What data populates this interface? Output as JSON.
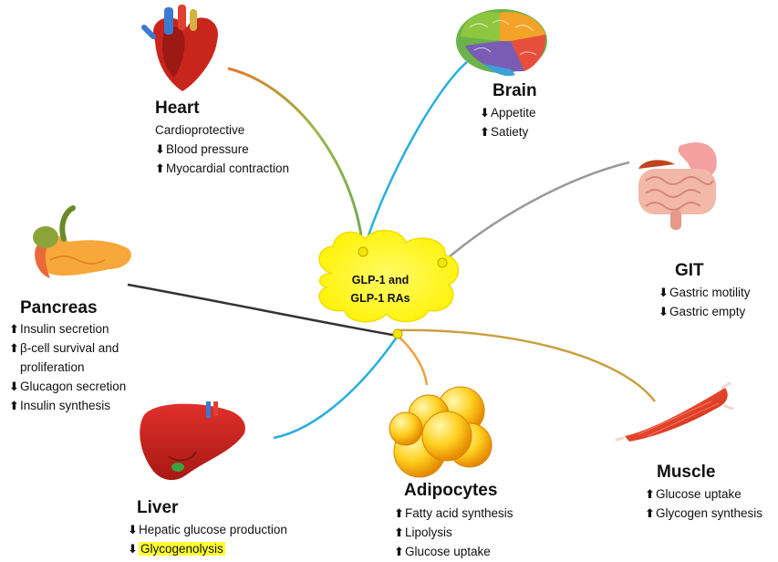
{
  "center": {
    "line1": "GLP-1 and",
    "line2": "GLP-1 RAs"
  },
  "organs": {
    "heart": {
      "title": "Heart",
      "effects": [
        {
          "arrow": "",
          "text": "Cardioprotective"
        },
        {
          "arrow": "down",
          "text": "Blood pressure"
        },
        {
          "arrow": "up",
          "text": "Myocardial contraction"
        }
      ]
    },
    "brain": {
      "title": "Brain",
      "effects": [
        {
          "arrow": "down",
          "text": "Appetite"
        },
        {
          "arrow": "up",
          "text": "Satiety"
        }
      ]
    },
    "git": {
      "title": "GIT",
      "effects": [
        {
          "arrow": "down",
          "text": "Gastric motility"
        },
        {
          "arrow": "down",
          "text": "Gastric empty"
        }
      ]
    },
    "pancreas": {
      "title": "Pancreas",
      "effects": [
        {
          "arrow": "up",
          "text": "Insulin secretion"
        },
        {
          "arrow": "up",
          "text": "β-cell survival and"
        },
        {
          "arrow": "",
          "text": "proliferation"
        },
        {
          "arrow": "down",
          "text": "Glucagon secretion"
        },
        {
          "arrow": "up",
          "text": "Insulin synthesis"
        }
      ]
    },
    "liver": {
      "title": "Liver",
      "effects": [
        {
          "arrow": "down",
          "text": "Hepatic glucose production"
        },
        {
          "arrow": "down",
          "text": "Glycogenolysis",
          "highlight": true
        }
      ]
    },
    "adipocytes": {
      "title": "Adipocytes",
      "effects": [
        {
          "arrow": "up",
          "text": "Fatty acid synthesis"
        },
        {
          "arrow": "up",
          "text": "Lipolysis"
        },
        {
          "arrow": "up",
          "text": "Glucose uptake"
        }
      ]
    },
    "muscle": {
      "title": "Muscle",
      "effects": [
        {
          "arrow": "up",
          "text": "Glucose uptake"
        },
        {
          "arrow": "up",
          "text": "Glycogen synthesis"
        }
      ]
    }
  },
  "colors": {
    "cloud": "#fff700",
    "cloud_glow": "#eaf6ff",
    "heart_connector": "#8db050",
    "brain_connector": "#29aee0",
    "git_connector": "#9a9a9a",
    "pancreas_connector": "#333333",
    "liver_connector": "#29aee0",
    "adipocytes_connector": "#f0a040",
    "muscle_connector": "#c8a040",
    "node": "#f5e600"
  },
  "arrow_glyphs": {
    "up": "⬆",
    "down": "⬇"
  }
}
